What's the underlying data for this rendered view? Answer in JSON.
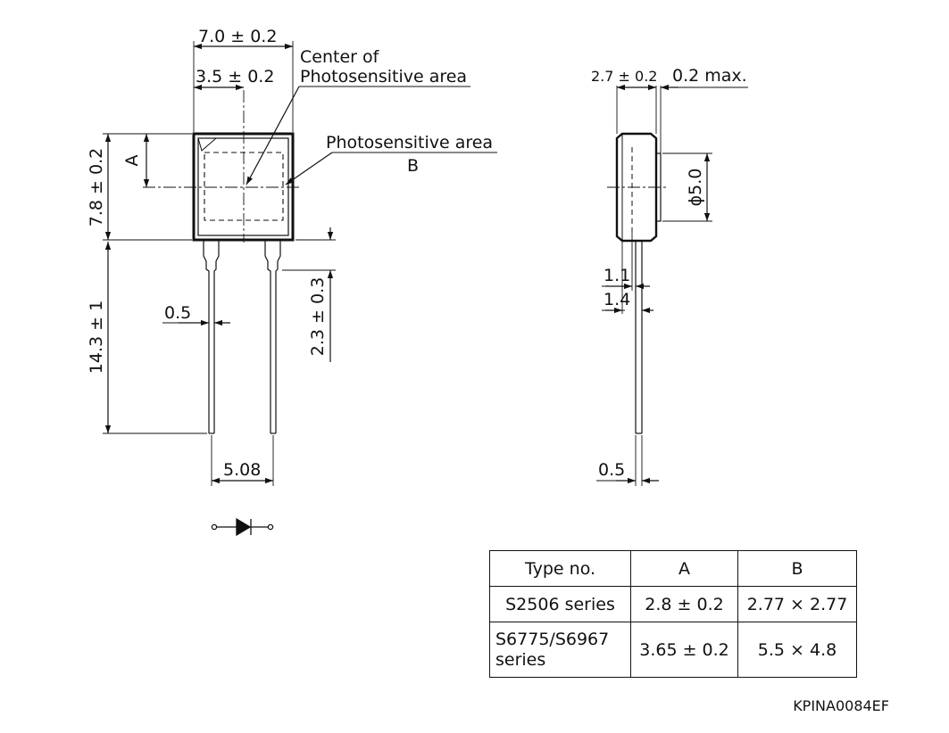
{
  "front_view": {
    "width_dim": "7.0 ± 0.2",
    "center_offset_dim": "3.5 ± 0.2",
    "center_label_line1": "Center of",
    "center_label_line2": "Photosensitive area",
    "photosensitive_label": "Photosensitive area",
    "photosensitive_ref": "B",
    "height_dim": "7.8 ± 0.2",
    "a_ref": "A",
    "lead_length_dim": "14.3 ± 1",
    "lead_width_dim": "0.5",
    "lead_step_dim": "2.3 ± 0.3",
    "pitch_dim": "5.08"
  },
  "side_view": {
    "thickness_dim": "2.7 ± 0.2",
    "window_dim": "0.2 max.",
    "diameter_dim": "ϕ5.0",
    "lead_offset_1": "1.1",
    "lead_offset_2": "1.4",
    "lead_width": "0.5"
  },
  "table": {
    "headers": [
      "Type no.",
      "A",
      "B"
    ],
    "rows": [
      [
        "S2506 series",
        "2.8 ± 0.2",
        "2.77 × 2.77"
      ],
      [
        "S6775/S6967 series",
        "3.65 ± 0.2",
        "5.5 × 4.8"
      ]
    ]
  },
  "doc_code": "KPINA0084EF"
}
